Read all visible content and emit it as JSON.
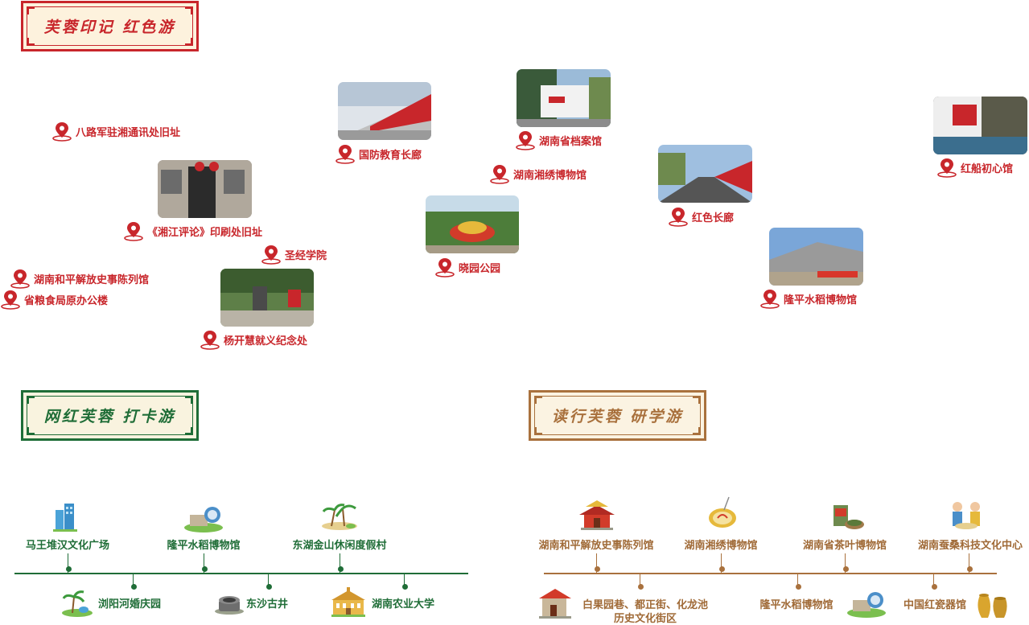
{
  "sections": {
    "red": "芙蓉印记 红色游",
    "green": "网红芙蓉 打卡游",
    "brown": "读行芙蓉 研学游"
  },
  "red_pins": [
    "八路军驻湘通讯处旧址",
    "《湘江评论》印刷处旧址",
    "圣经学院",
    "湖南和平解放史事陈列馆",
    "省粮食局原办公楼",
    "杨开慧就义纪念处",
    "国防教育长廊",
    "湖南省档案馆",
    "湖南湘绣博物馆",
    "晓园公园",
    "红色长廊",
    "隆平水稻博物馆",
    "红船初心馆"
  ],
  "green_timeline": {
    "top": [
      "马王堆汉文化广场",
      "隆平水稻博物馆",
      "东湖金山休闲度假村"
    ],
    "bottom": [
      "浏阳河婚庆园",
      "东沙古井",
      "湖南农业大学"
    ]
  },
  "brown_timeline": {
    "top": [
      "湖南和平解放史事陈列馆",
      "湖南湘绣博物馆",
      "湖南省茶叶博物馆",
      "湖南蚕桑科技文化中心"
    ],
    "bottom_1_line1": "白果园巷、都正街、化龙池",
    "bottom_1_line2": "历史文化街区",
    "bottom_2": "隆平水稻博物馆",
    "bottom_3": "中国红瓷器馆"
  },
  "icons": [
    "map-pin-icon",
    "building-icon",
    "rice-museum-icon",
    "palm-resort-icon",
    "wedding-park-icon",
    "well-icon",
    "university-icon",
    "pavilion-icon",
    "embroidery-icon",
    "tea-icon",
    "sericulture-icon",
    "historic-street-icon",
    "porcelain-icon"
  ],
  "colors": {
    "red": "#c8262b",
    "green": "#1f6d37",
    "brown": "#a9713d"
  }
}
